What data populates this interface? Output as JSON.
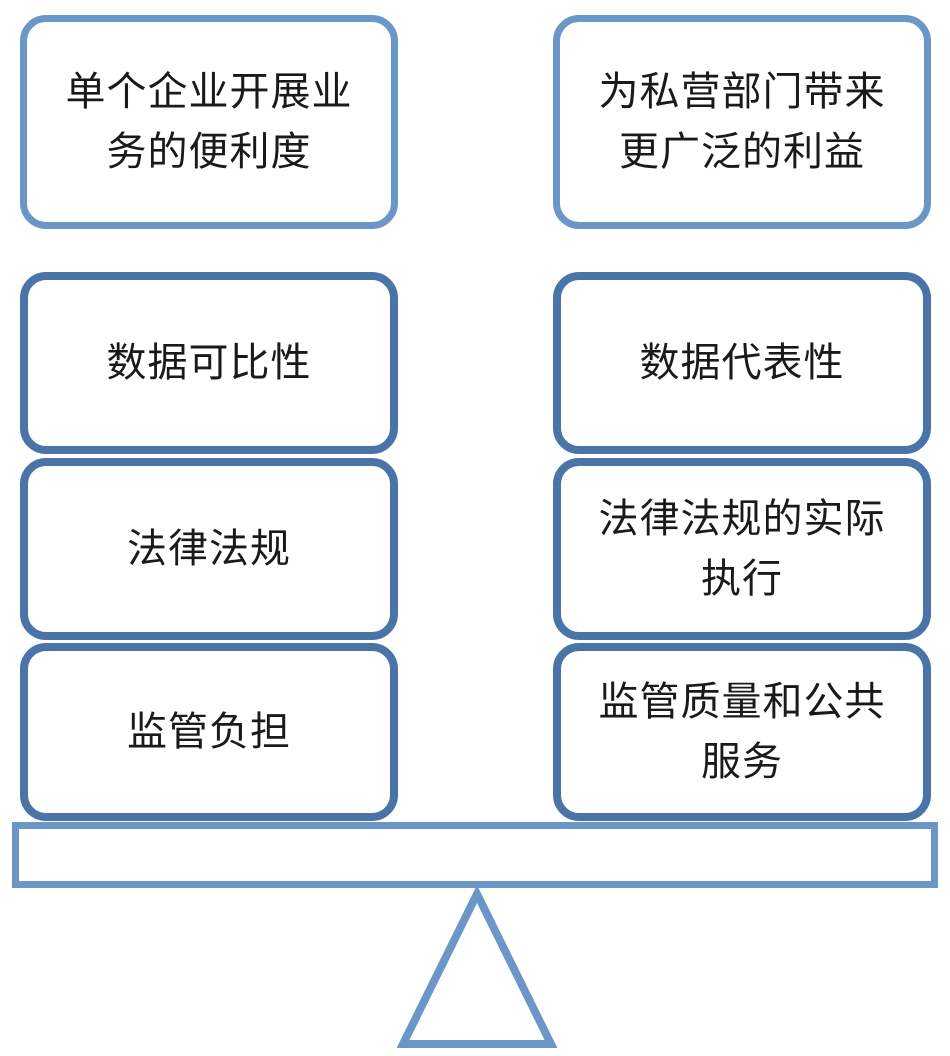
{
  "left": {
    "items": [
      {
        "text": "单个企业开展业务的便利度"
      },
      {
        "text": "数据可比性"
      },
      {
        "text": "法律法规"
      },
      {
        "text": "监管负担"
      }
    ]
  },
  "right": {
    "items": [
      {
        "text": "为私营部门带来更广泛的利益"
      },
      {
        "text": "数据代表性"
      },
      {
        "text": "法律法规的实际执行"
      },
      {
        "text": "监管质量和公共服务"
      }
    ]
  },
  "colors": {
    "light_border": "#6a96c8",
    "dark_border": "#4a73a8"
  }
}
